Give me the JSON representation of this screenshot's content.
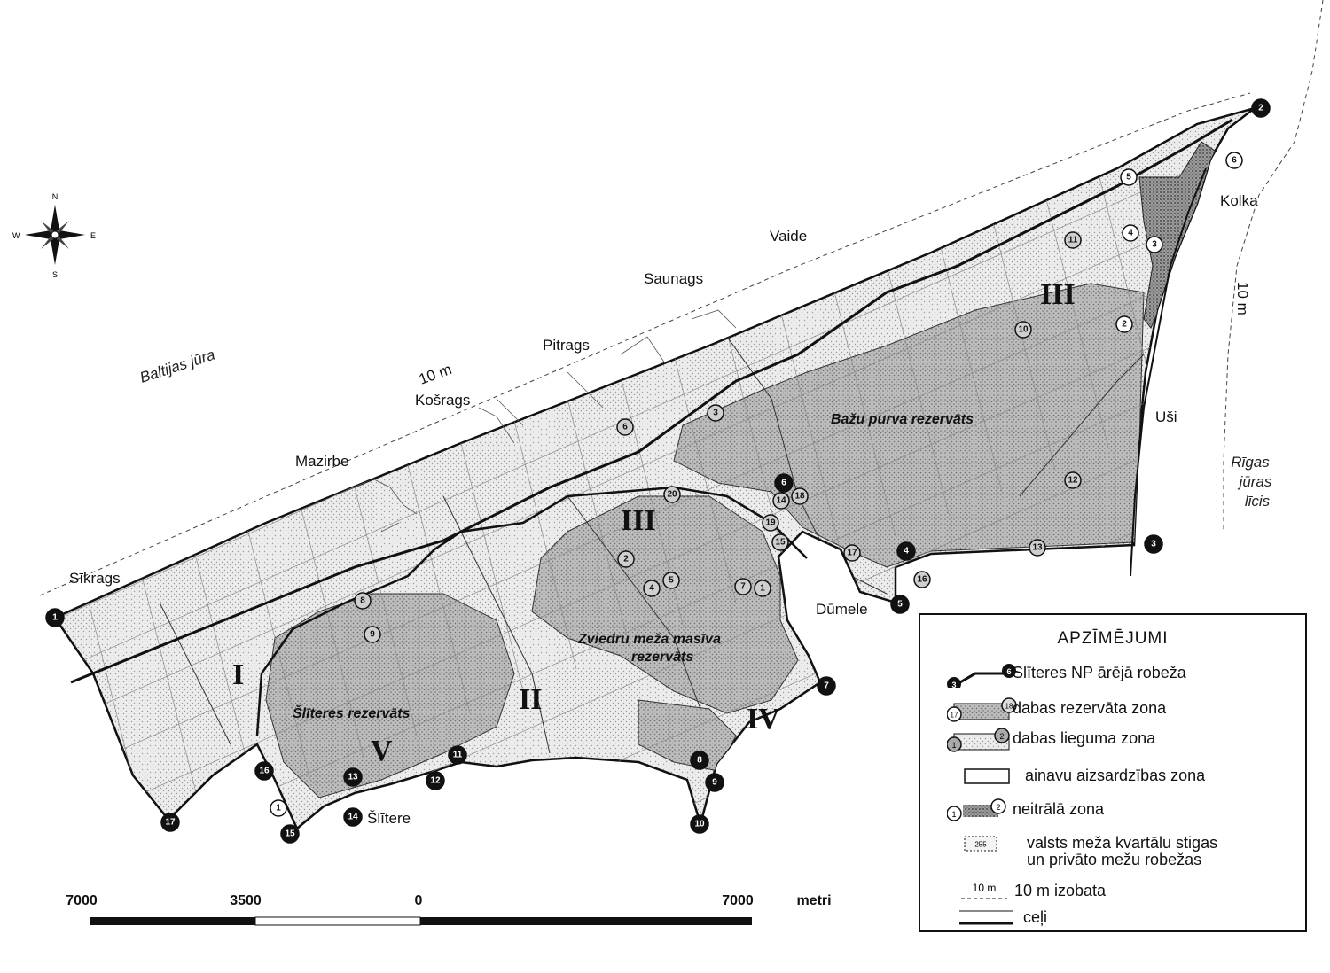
{
  "places": {
    "baltic_sea": "Baltijas jūra",
    "gulf_line1": "Rīgas",
    "gulf_line2": "jūras",
    "gulf_line3": "līcis",
    "kolka": "Kolka",
    "vaide": "Vaide",
    "saunags": "Saunags",
    "pitrags": "Pitrags",
    "kosrags": "Košrags",
    "mazirbe": "Mazirbe",
    "sikrags": "Sīkrags",
    "usi": "Uši",
    "dumele": "Dūmele",
    "slitere": "Šlītere"
  },
  "isobath": {
    "label_left": "10 m",
    "label_right": "10 m"
  },
  "reserves": {
    "bazu": "Bažu purva rezervāts",
    "zviedru_l1": "Zviedru meža masīva",
    "zviedru_l2": "rezervāts",
    "sliteres": "Šlīteres rezervāts"
  },
  "zones": {
    "z_I": "I",
    "z_II": "II",
    "z_III_a": "III",
    "z_III_b": "III",
    "z_IV": "IV",
    "z_V": "V"
  },
  "compass": {
    "n": "N",
    "s": "S",
    "e": "E",
    "w": "W"
  },
  "scale": {
    "l0": "7000",
    "l1": "3500",
    "l2": "0",
    "l3": "7000",
    "unit": "metri"
  },
  "legend": {
    "title": "APZĪMĒJUMI",
    "boundary": "Slīteres NP ārējā robeža",
    "reserve_zone": "dabas rezervāta zona",
    "restricted_zone": "dabas lieguma zona",
    "landscape_zone": "ainavu aizsardzības zona",
    "neutral_zone": "neitrālā zona",
    "forest_line1": "valsts meža kvartālu stigas",
    "forest_line2": "un privāto mežu robežas",
    "isobath": "10 m izobata",
    "roads": "ceļi",
    "sample_forest": "255",
    "sample_isobath": "10 m",
    "sample_num_17": "17",
    "sample_num_18": "18",
    "sample_num_1": "1",
    "sample_num_2": "2",
    "sample_num_3": "3",
    "sample_num_6": "6"
  },
  "markers": {
    "outer": [
      "1",
      "2",
      "3",
      "4",
      "5",
      "6",
      "7",
      "8",
      "9",
      "10",
      "11",
      "12",
      "13",
      "14",
      "15",
      "16",
      "17"
    ],
    "reserve": [
      "1",
      "2",
      "3",
      "4",
      "5",
      "6",
      "7",
      "8",
      "9",
      "10",
      "11",
      "12",
      "13",
      "14",
      "15",
      "16",
      "17",
      "18",
      "19",
      "20"
    ],
    "neutral": [
      "1",
      "2",
      "3",
      "4",
      "5",
      "6"
    ]
  }
}
